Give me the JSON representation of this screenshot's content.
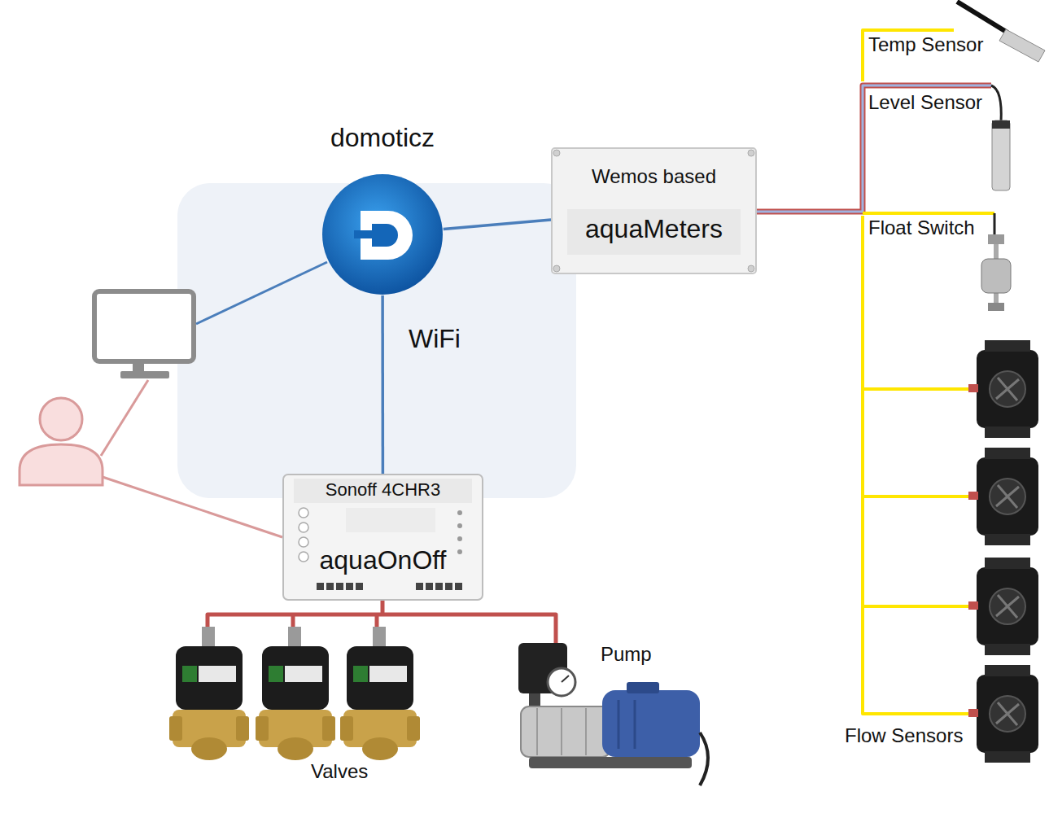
{
  "diagram": {
    "nodes": [
      {
        "text": [
          "domoticz"
        ]
      },
      {
        "text": [
          "Wemos based",
          "aquaMeters"
        ]
      },
      {
        "text": [
          "Sonoff 4CHR3",
          "aquaOnOff"
        ]
      }
    ],
    "edges": [
      {
        "from": 0,
        "to": 1,
        "arrow": "none"
      },
      {
        "from": 0,
        "to": 2,
        "label": "WiFi",
        "arrow": "none"
      }
    ],
    "labels": [
      "Temp Sensor",
      "Level Sensor",
      "Float Switch",
      "Flow Sensors",
      "Valves",
      "Pump"
    ]
  }
}
